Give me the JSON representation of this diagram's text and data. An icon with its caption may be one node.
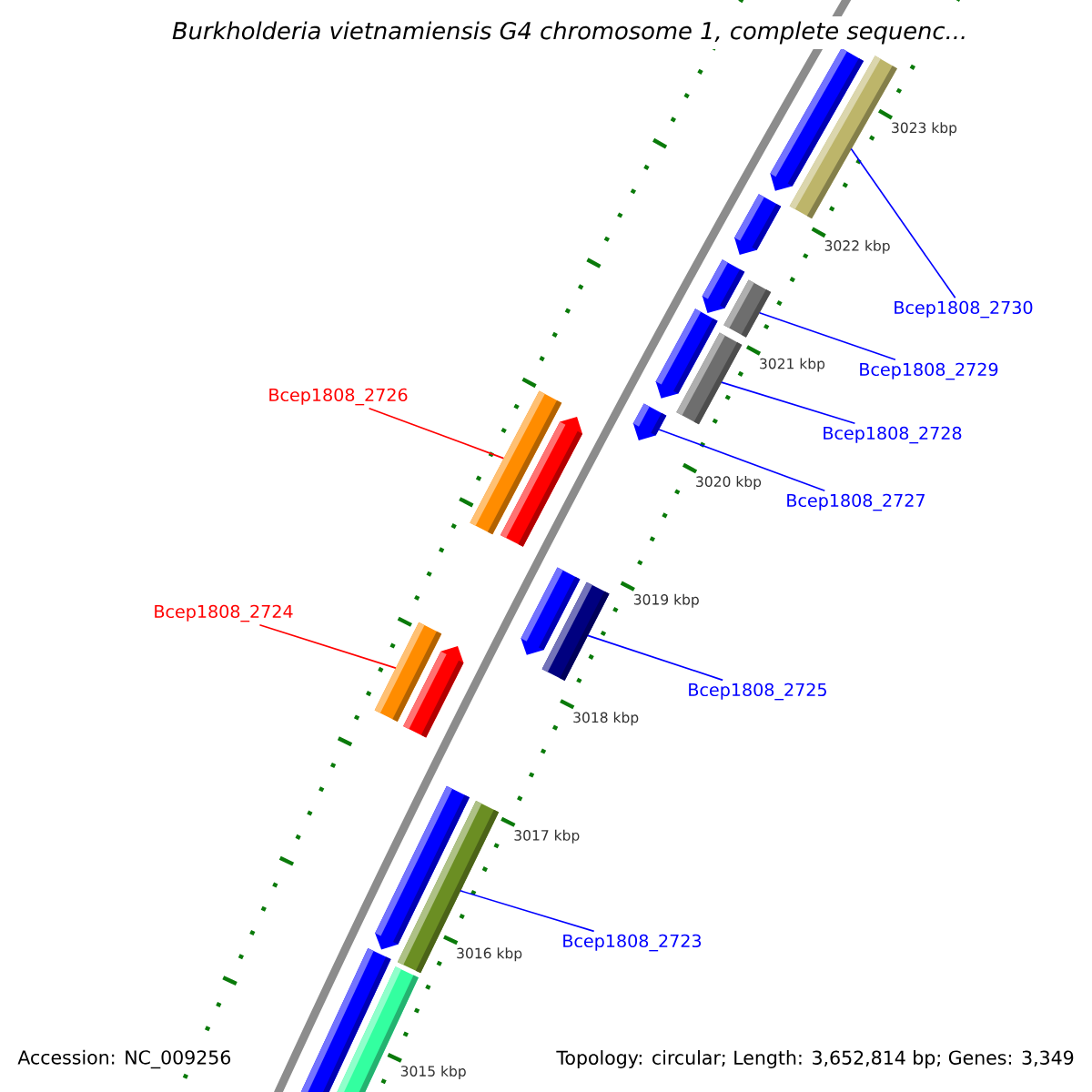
{
  "diagram": {
    "title": "Burkholderia vietnamiensis G4 chromosome 1, complete sequenc...",
    "nodes": [
      {
        "text": [],
        "shape": "bar"
      },
      {
        "text": [
          "Bcep1808_2730"
        ]
      },
      {
        "text": [],
        "shape": "bar"
      },
      {
        "text": [
          "Bcep1808_2729"
        ]
      },
      {
        "text": [],
        "shape": "bar"
      },
      {
        "text": [
          "Bcep1808_2728"
        ]
      },
      {
        "text": [
          "Bcep1808_2726"
        ]
      },
      {
        "text": [],
        "shape": "bar"
      },
      {
        "text": [],
        "shape": "bar"
      },
      {
        "text": [
          "Bcep1808_2727"
        ]
      },
      {
        "text": [
          "Bcep1808_2724"
        ]
      },
      {
        "text": [],
        "shape": "bar"
      },
      {
        "text": [],
        "shape": "bar"
      },
      {
        "text": [
          "Bcep1808_2725"
        ]
      },
      {
        "text": [],
        "shape": "bar"
      },
      {
        "text": [
          "Bcep1808_2723"
        ]
      }
    ],
    "edges": [
      {
        "from": 1,
        "to": 0,
        "arrow": "none"
      },
      {
        "from": 3,
        "to": 2,
        "arrow": "none"
      },
      {
        "from": 5,
        "to": 4,
        "arrow": "none"
      },
      {
        "from": 6,
        "to": 7,
        "arrow": "none",
        "color": "#ff0000"
      },
      {
        "from": 9,
        "to": 8,
        "arrow": "none"
      },
      {
        "from": 10,
        "to": 11,
        "arrow": "none",
        "color": "#ff0000"
      },
      {
        "from": 13,
        "to": 12,
        "arrow": "none"
      },
      {
        "from": 15,
        "to": 14,
        "arrow": "none"
      }
    ],
    "labels": [
      "3023 kbp",
      "3022 kbp",
      "3021 kbp",
      "3020 kbp",
      "3019 kbp",
      "3018 kbp",
      "3017 kbp",
      "3016 kbp",
      "3015 kbp",
      "Accession: NC_009256",
      "Topology: circular; Length: 3,652,814 bp; Genes: 3,349"
    ]
  }
}
